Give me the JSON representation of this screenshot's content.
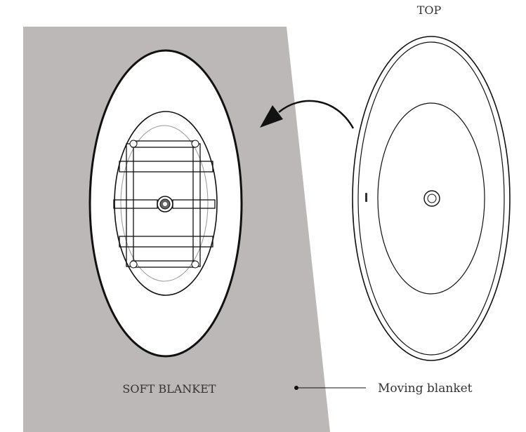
{
  "labels": {
    "top": "TOP",
    "soft_blanket": "SOFT BLANKET",
    "moving_blanket": "Moving blanket"
  },
  "colors": {
    "blanket": "#bdb8b8",
    "line": "#111111",
    "thin_line": "#888888",
    "background": "#ffffff"
  },
  "icons": {
    "drain": "drain-icon",
    "overflow": "overflow-slot-icon",
    "arrow": "curved-arrow-icon"
  }
}
